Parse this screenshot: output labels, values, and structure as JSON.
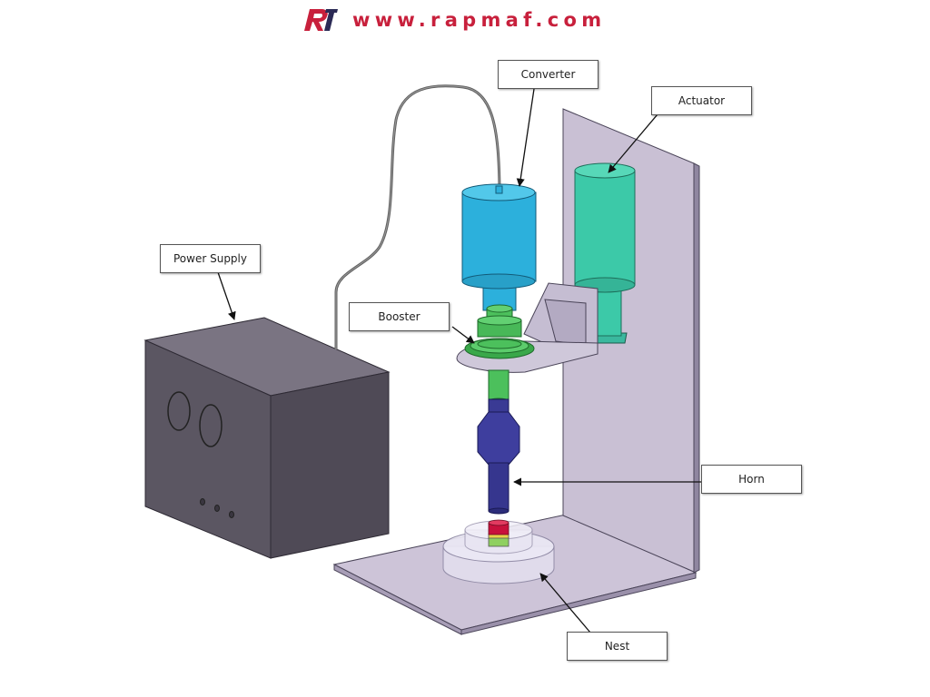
{
  "header": {
    "url": "www.rapmaf.com"
  },
  "labels": {
    "converter": "Converter",
    "actuator": "Actuator",
    "power_supply": "Power Supply",
    "booster": "Booster",
    "horn": "Horn",
    "nest": "Nest"
  },
  "colors": {
    "brand": "#c8203c",
    "brand_dark": "#2b2a55",
    "converter": "#2cb0dc",
    "actuator": "#3cc9a8",
    "booster": "#4cc05c",
    "horn": "#3a3a94",
    "power_supply": "#5a5560",
    "frame": "#c7bed3",
    "workpiece": "#c8103c",
    "nest": "#dcd8ea"
  }
}
